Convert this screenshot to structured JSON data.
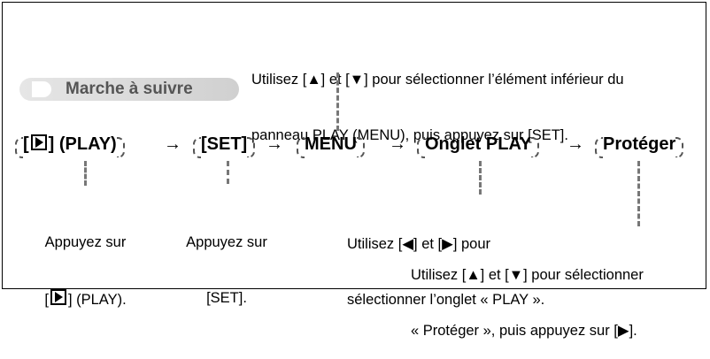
{
  "top_note": {
    "line1": "Utilisez [▲] et [▼] pour sélectionner l’élément inférieur du",
    "line2": "panneau PLAY (MENU), puis appuyez sur [SET]."
  },
  "section_tag": "Marche à suivre",
  "steps": [
    {
      "label_pre": "[",
      "label_post": "] (PLAY)"
    },
    {
      "label": "[SET]"
    },
    {
      "label": "MENU"
    },
    {
      "label": "Onglet PLAY"
    },
    {
      "label": "Protéger"
    }
  ],
  "arrow": "→",
  "notes": {
    "play": {
      "line1": "Appuyez sur",
      "line2_pre": "[",
      "line2_post": "] (PLAY)."
    },
    "set": {
      "line1": "Appuyez sur",
      "line2": "[SET]."
    },
    "tab": {
      "line1": "Utilisez [◀] et [▶] pour",
      "line2": "sélectionner l’onglet « PLAY »."
    },
    "protect": {
      "line1": "Utilisez [▲] et [▼] pour sélectionner",
      "line2": "« Protéger », puis appuyez sur [▶]."
    }
  }
}
